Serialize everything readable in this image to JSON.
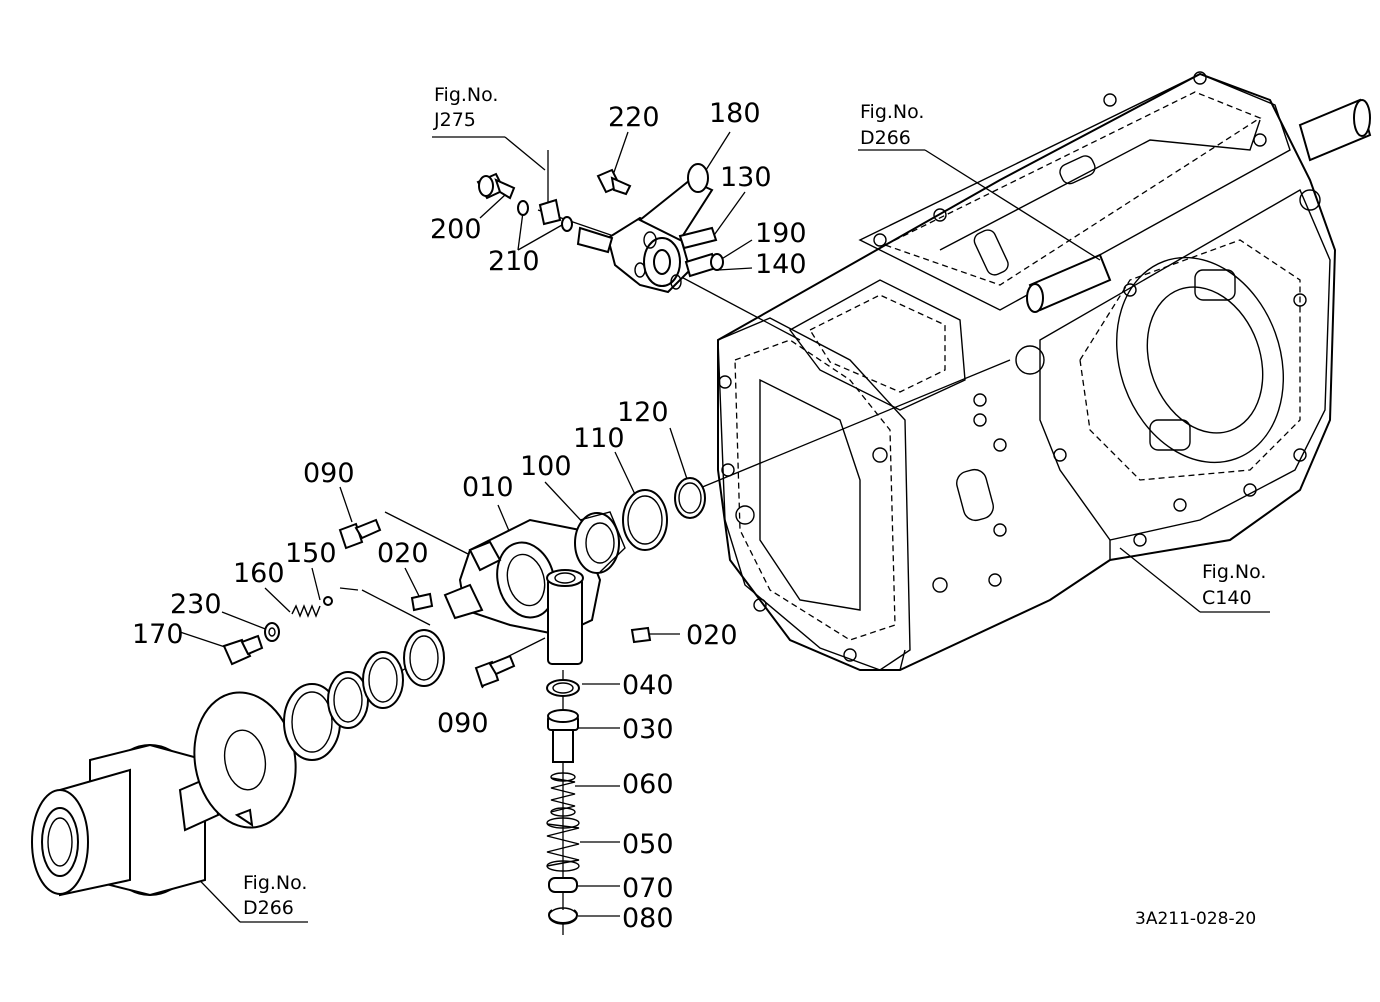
{
  "diagram": {
    "part_labels": {
      "p220": "220",
      "p180": "180",
      "p130": "130",
      "p190": "190",
      "p140": "140",
      "p200": "200",
      "p210": "210",
      "p120": "120",
      "p110": "110",
      "p100": "100",
      "p010": "010",
      "p090a": "090",
      "p020a": "020",
      "p150": "150",
      "p160": "160",
      "p230": "230",
      "p170": "170",
      "p020b": "020",
      "p090b": "090",
      "p040": "040",
      "p030": "030",
      "p060": "060",
      "p050": "050",
      "p070": "070",
      "p080": "080"
    },
    "fig_refs": {
      "j275": {
        "line1": "Fig.No.",
        "line2": "J275"
      },
      "d266_top": {
        "line1": "Fig.No.",
        "line2": "D266"
      },
      "c140": {
        "line1": "Fig.No.",
        "line2": "C140"
      },
      "d266_bottom": {
        "line1": "Fig.No.",
        "line2": "D266"
      }
    },
    "drawing_code": "3A211-028-20"
  }
}
